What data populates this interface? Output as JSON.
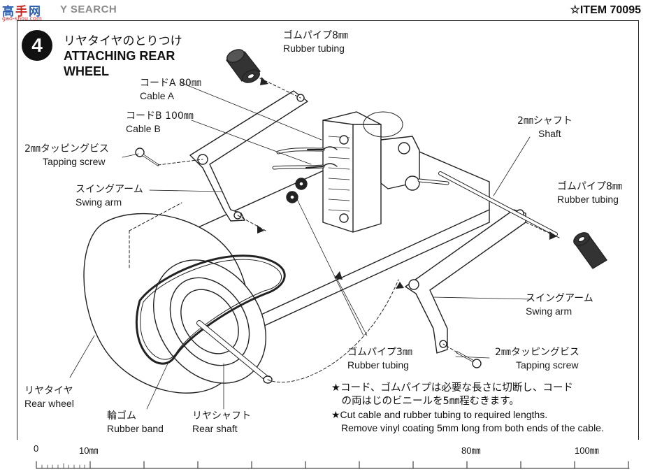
{
  "header": {
    "logo_chars": [
      "高",
      "手",
      "网"
    ],
    "logo_url": "gao-shou.com",
    "search_tag": "Y SEARCH",
    "item_number": "☆ITEM 70095"
  },
  "step": {
    "number": "4",
    "title_jp": "リヤタイヤのとりつけ",
    "title_en": "ATTACHING REAR WHEEL"
  },
  "labels": {
    "rubber_tubing_8_top": {
      "jp": "ゴムパイプ8㎜",
      "en": "Rubber tubing"
    },
    "cable_a": {
      "jp": "コードA 80㎜",
      "en": "Cable A"
    },
    "cable_b": {
      "jp": "コードB 100㎜",
      "en": "Cable B"
    },
    "tapping_screw_left": {
      "jp": "2㎜タッピングビス",
      "en": "Tapping screw"
    },
    "swing_arm_left": {
      "jp": "スイングアーム",
      "en": "Swing arm"
    },
    "shaft": {
      "jp": "2㎜シャフト",
      "en": "Shaft"
    },
    "rubber_tubing_8_right": {
      "jp": "ゴムパイプ8㎜",
      "en": "Rubber tubing"
    },
    "swing_arm_right": {
      "jp": "スイングアーム",
      "en": "Swing arm"
    },
    "rubber_tubing_3": {
      "jp": "ゴムパイプ3㎜",
      "en": "Rubber tubing"
    },
    "tapping_screw_right": {
      "jp": "2㎜タッピングビス",
      "en": "Tapping screw"
    },
    "rear_wheel": {
      "jp": "リヤタイヤ",
      "en": "Rear wheel"
    },
    "rubber_band": {
      "jp": "輪ゴム",
      "en": "Rubber band"
    },
    "rear_shaft": {
      "jp": "リヤシャフト",
      "en": "Rear shaft"
    }
  },
  "notes": {
    "jp_line1": "★コード、ゴムパイプは必要な長さに切断し、コード",
    "jp_line2": "　の両はじのビニールを5㎜程むきます。",
    "en_line1": "★Cut cable and rubber tubing to required lengths.",
    "en_line2": "　Remove vinyl coating 5mm long from both ends of the cable."
  },
  "ruler": {
    "labels": [
      "0",
      "10㎜",
      "80㎜",
      "100㎜"
    ]
  }
}
